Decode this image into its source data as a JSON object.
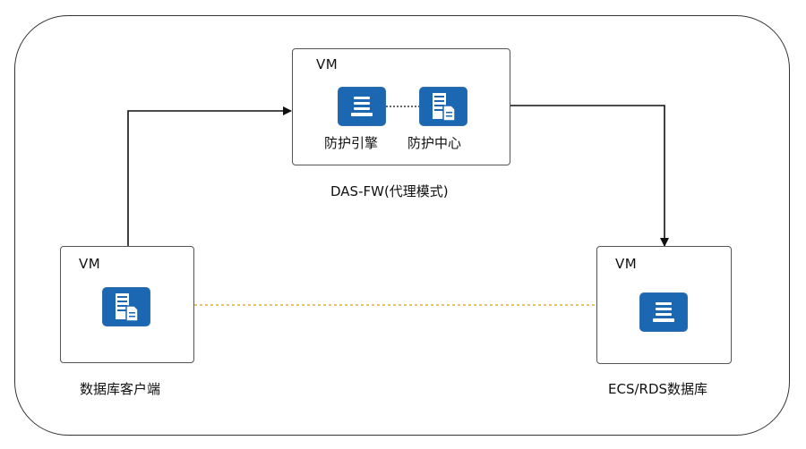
{
  "diagram": {
    "colors": {
      "frame": "#333333",
      "box_border": "#555555",
      "icon_blue": "#1b67b2",
      "arrow": "#111111",
      "data_link": "#f0b400",
      "dotted_link": "#333333"
    },
    "proxy": {
      "vm_label": "VM",
      "caption": "DAS-FW(代理模式)",
      "engine": {
        "label": "防护引擎",
        "icon": "database-engine-icon"
      },
      "center": {
        "label": "防护中心",
        "icon": "server-document-icon"
      }
    },
    "client": {
      "vm_label": "VM",
      "caption": "数据库客户端",
      "icon": "server-document-icon"
    },
    "database": {
      "vm_label": "VM",
      "caption": "ECS/RDS数据库",
      "icon": "database-engine-icon"
    },
    "connections": [
      {
        "from": "client",
        "to": "proxy",
        "style": "bidirectional-arrow"
      },
      {
        "from": "proxy",
        "to": "database",
        "style": "bidirectional-arrow"
      },
      {
        "from": "client",
        "to": "database",
        "style": "dashed-yellow"
      },
      {
        "from": "engine",
        "to": "center",
        "style": "dotted"
      }
    ]
  }
}
